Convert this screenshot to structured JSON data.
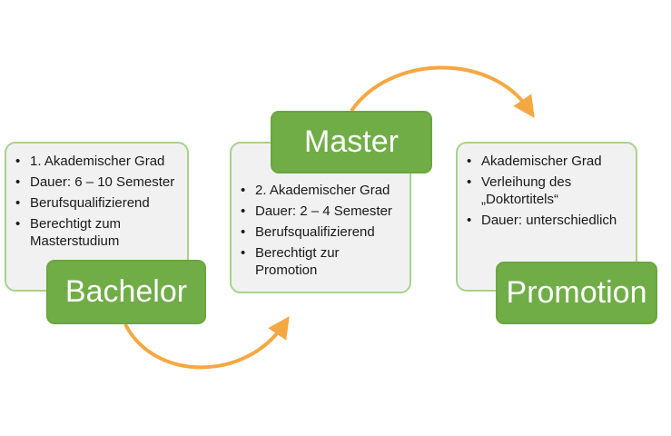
{
  "colors": {
    "accent_green": "#70ad47",
    "card_border": "#a9d18e",
    "card_fill": "#f1f1f1",
    "arrow_orange": "#f4b183"
  },
  "stages": {
    "bachelor": {
      "title": "Bachelor",
      "items": [
        "1. Akademischer Grad",
        "Dauer: 6 – 10 Semester",
        "Berufsqualifizierend",
        "Berechtigt zum Masterstudium"
      ]
    },
    "master": {
      "title": "Master",
      "items": [
        "2. Akademischer Grad",
        "Dauer: 2 – 4 Semester",
        "Berufsqualifizierend",
        "Berechtigt zur Promotion"
      ]
    },
    "promotion": {
      "title": "Promotion",
      "items": [
        "Akademischer Grad",
        "Verleihung des „Doktortitels“",
        "Dauer: unterschiedlich"
      ]
    }
  },
  "arrows": [
    "curved-arrow-icon",
    "curved-arrow-icon"
  ]
}
